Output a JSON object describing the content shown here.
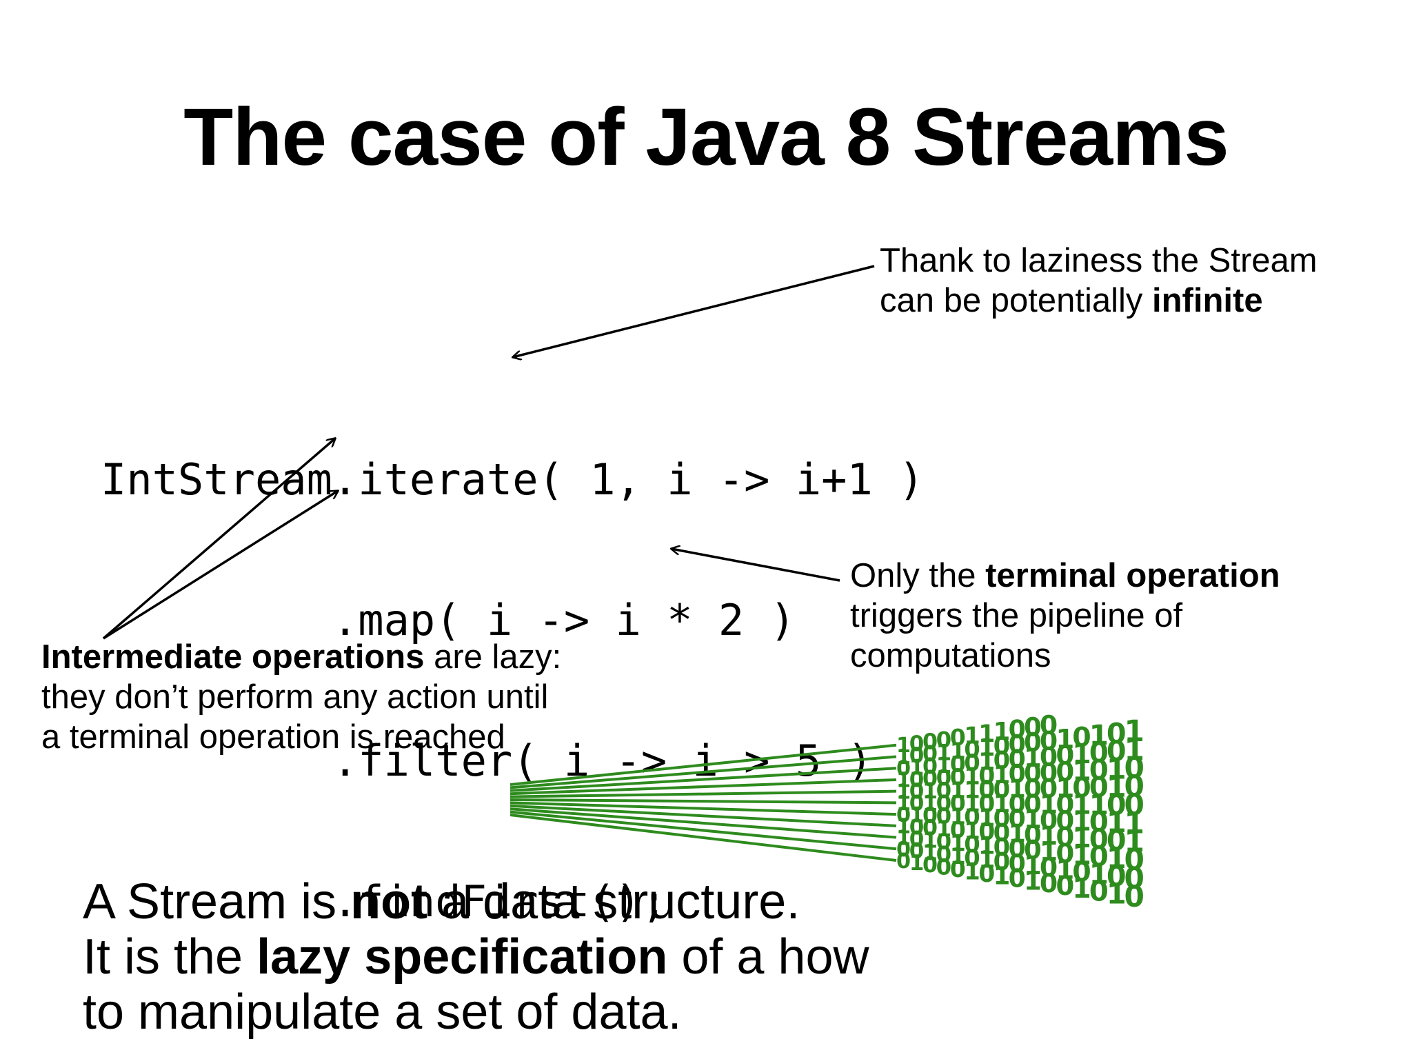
{
  "slide": {
    "title": "The case of Java 8 Streams"
  },
  "code": {
    "lines": [
      "IntStream.iterate( 1, i -> i+1 )",
      "         .map( i -> i * 2 )",
      "         .filter( i -> i > 5 )",
      "         .findFirst();"
    ]
  },
  "callouts": {
    "infinite": {
      "line1": "Thank to laziness the Stream",
      "line2_prefix": "can be potentially ",
      "line2_bold": "infinite"
    },
    "terminal": {
      "line1_prefix": "Only the ",
      "line1_bold": "terminal operation",
      "line2": "triggers the pipeline of",
      "line3": "computations"
    },
    "intermediate": {
      "line1_bold": "Intermediate operations",
      "line1_suffix": " are lazy:",
      "line2": "they don’t perform any action until",
      "line3": "a terminal operation is reached"
    }
  },
  "summary": {
    "line1_prefix": "A Stream is ",
    "line1_bold": "not",
    "line1_suffix": " a data structure.",
    "line2_prefix": "It is the ",
    "line2_bold": "lazy specification",
    "line2_suffix": " of a how",
    "line3": "to manipulate a set of data."
  },
  "decoration": {
    "binary_color": "#2e8b1e",
    "binary_rows": [
      "10000111000",
      "1001101000010101",
      "0101001001001001",
      "1000010100001010",
      "1010110010010010",
      "1010010100101100",
      "0100101001001011",
      "1001010010101001",
      "1010101000101010",
      "0010101001010100",
      "0100010101001010"
    ]
  }
}
